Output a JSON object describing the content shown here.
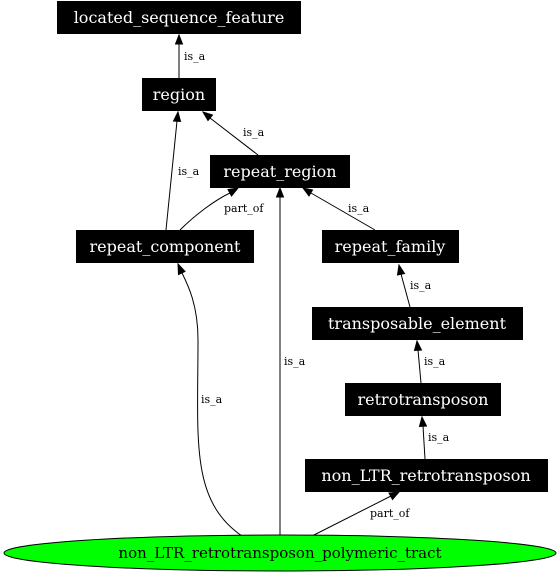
{
  "nodes": {
    "located_sequence_feature": "located_sequence_feature",
    "region": "region",
    "repeat_region": "repeat_region",
    "repeat_component": "repeat_component",
    "repeat_family": "repeat_family",
    "transposable_element": "transposable_element",
    "retrotransposon": "retrotransposon",
    "non_LTR_retrotransposon": "non_LTR_retrotransposon",
    "non_LTR_retrotransposon_polymeric_tract": "non_LTR_retrotransposon_polymeric_tract"
  },
  "edges": {
    "region_to_lsf": "is_a",
    "repeat_region_to_region": "is_a",
    "repeat_component_to_region": "is_a",
    "repeat_component_to_repeat_region": "part_of",
    "repeat_family_to_repeat_region": "is_a",
    "transposable_element_to_repeat_family": "is_a",
    "retrotransposon_to_transposable_element": "is_a",
    "non_ltr_to_retrotransposon": "is_a",
    "tract_to_repeat_component": "is_a",
    "tract_to_repeat_region": "is_a",
    "tract_to_non_ltr": "part_of"
  },
  "colors": {
    "node_fill": "#000000",
    "node_text": "#ffffff",
    "leaf_fill": "#00ff00",
    "edge": "#000000"
  }
}
